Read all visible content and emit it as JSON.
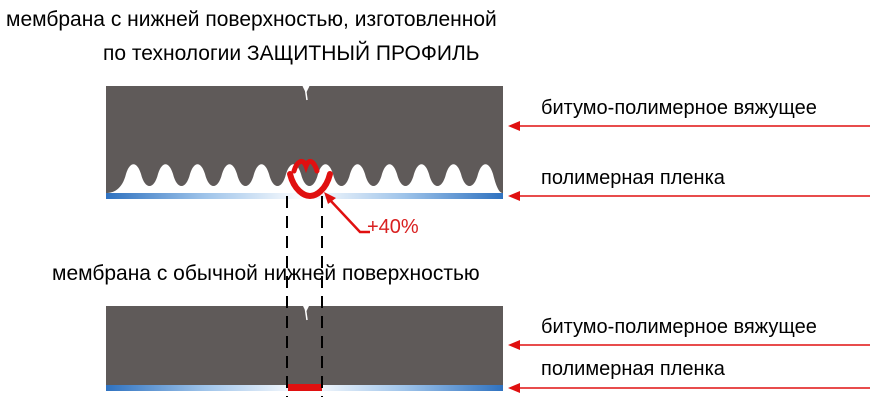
{
  "top": {
    "title_line1": "мембрана с нижней поверхностью, изготовленной",
    "title_line2": "по технологии ЗАЩИТНЫЙ ПРОФИЛЬ",
    "label_binder": "битумо-полимерное вяжущее",
    "label_film": "полимерная пленка",
    "increase_label": "+40%"
  },
  "bottom": {
    "title": "мембрана с обычной нижней поверхностью",
    "label_binder": "битумо-полимерное вяжущее",
    "label_film": "полимерная пленка"
  },
  "colors": {
    "membrane": "#5f5a59",
    "film": "#3d7fc8",
    "highlight": "#e01010",
    "arrow": "#e01010"
  }
}
